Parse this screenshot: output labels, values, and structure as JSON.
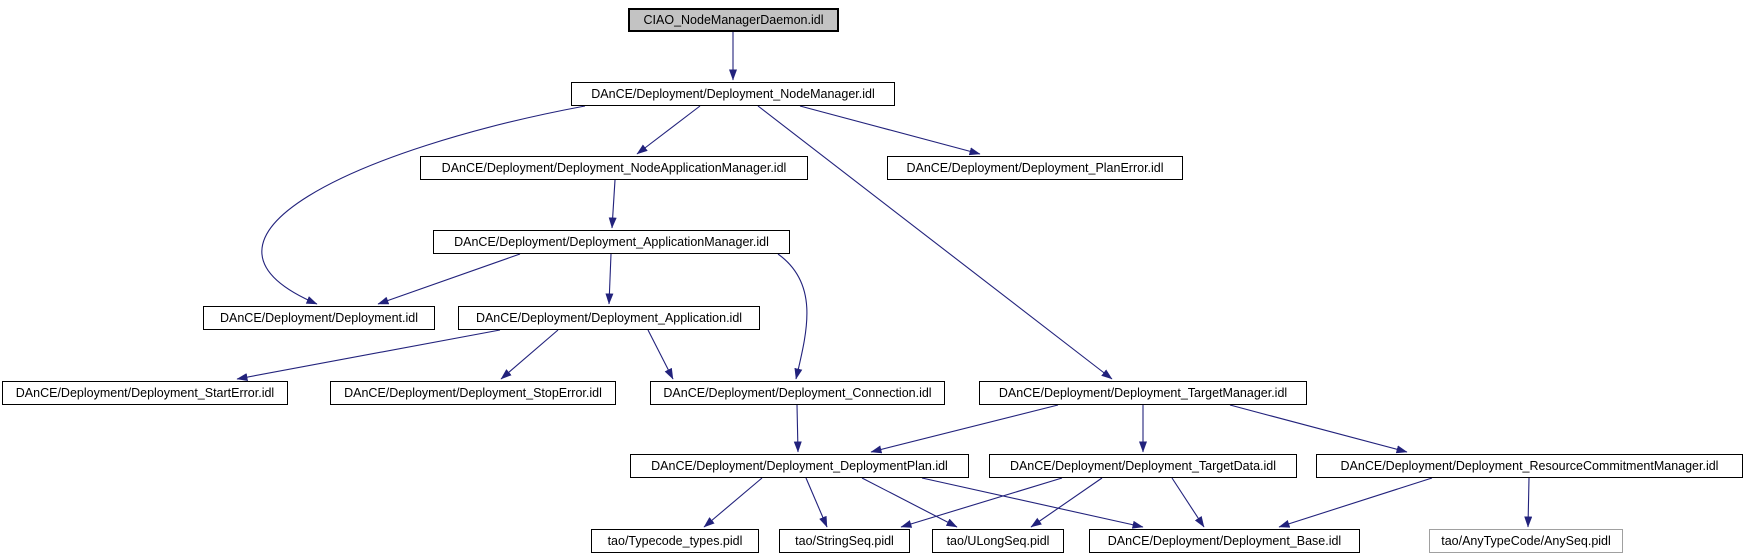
{
  "diagram": {
    "type": "include-dependency-graph",
    "colors": {
      "edge": "#22227c",
      "node_border": "#000000",
      "node_fill": "#ffffff",
      "highlighted_fill": "#c3c3c3",
      "muted_border": "#a0a0a0",
      "background": "#ffffff",
      "text": "#000000"
    },
    "nodes": {
      "daemon": {
        "label": "CIAO_NodeManagerDaemon.idl",
        "style": "current"
      },
      "nodemanager": {
        "label": "DAnCE/Deployment/Deployment_NodeManager.idl",
        "style": "default"
      },
      "nodeappmgr": {
        "label": "DAnCE/Deployment/Deployment_NodeApplicationManager.idl",
        "style": "default"
      },
      "planerror": {
        "label": "DAnCE/Deployment/Deployment_PlanError.idl",
        "style": "default"
      },
      "appmgr": {
        "label": "DAnCE/Deployment/Deployment_ApplicationManager.idl",
        "style": "default"
      },
      "deployment": {
        "label": "DAnCE/Deployment/Deployment.idl",
        "style": "default"
      },
      "application": {
        "label": "DAnCE/Deployment/Deployment_Application.idl",
        "style": "default"
      },
      "starterror": {
        "label": "DAnCE/Deployment/Deployment_StartError.idl",
        "style": "default"
      },
      "stoperror": {
        "label": "DAnCE/Deployment/Deployment_StopError.idl",
        "style": "default"
      },
      "connection": {
        "label": "DAnCE/Deployment/Deployment_Connection.idl",
        "style": "default"
      },
      "targetmanager": {
        "label": "DAnCE/Deployment/Deployment_TargetManager.idl",
        "style": "default"
      },
      "deploymentplan": {
        "label": "DAnCE/Deployment/Deployment_DeploymentPlan.idl",
        "style": "default"
      },
      "targetdata": {
        "label": "DAnCE/Deployment/Deployment_TargetData.idl",
        "style": "default"
      },
      "rcm": {
        "label": "DAnCE/Deployment/Deployment_ResourceCommitmentManager.idl",
        "style": "default"
      },
      "typecode": {
        "label": "tao/Typecode_types.pidl",
        "style": "default"
      },
      "stringseq": {
        "label": "tao/StringSeq.pidl",
        "style": "default"
      },
      "ulongseq": {
        "label": "tao/ULongSeq.pidl",
        "style": "default"
      },
      "base": {
        "label": "DAnCE/Deployment/Deployment_Base.idl",
        "style": "default"
      },
      "anyseq": {
        "label": "tao/AnyTypeCode/AnySeq.pidl",
        "style": "external"
      }
    },
    "edges": [
      {
        "from": "daemon",
        "to": "nodemanager"
      },
      {
        "from": "nodemanager",
        "to": "nodeappmgr"
      },
      {
        "from": "nodemanager",
        "to": "planerror"
      },
      {
        "from": "nodemanager",
        "to": "deployment"
      },
      {
        "from": "nodemanager",
        "to": "targetmanager"
      },
      {
        "from": "nodeappmgr",
        "to": "appmgr"
      },
      {
        "from": "appmgr",
        "to": "deployment"
      },
      {
        "from": "appmgr",
        "to": "application"
      },
      {
        "from": "appmgr",
        "to": "connection"
      },
      {
        "from": "application",
        "to": "starterror"
      },
      {
        "from": "application",
        "to": "stoperror"
      },
      {
        "from": "application",
        "to": "connection"
      },
      {
        "from": "connection",
        "to": "deploymentplan"
      },
      {
        "from": "targetmanager",
        "to": "deploymentplan"
      },
      {
        "from": "targetmanager",
        "to": "targetdata"
      },
      {
        "from": "targetmanager",
        "to": "rcm"
      },
      {
        "from": "deploymentplan",
        "to": "typecode"
      },
      {
        "from": "deploymentplan",
        "to": "stringseq"
      },
      {
        "from": "deploymentplan",
        "to": "ulongseq"
      },
      {
        "from": "deploymentplan",
        "to": "base"
      },
      {
        "from": "targetdata",
        "to": "stringseq"
      },
      {
        "from": "targetdata",
        "to": "ulongseq"
      },
      {
        "from": "targetdata",
        "to": "base"
      },
      {
        "from": "rcm",
        "to": "base"
      },
      {
        "from": "rcm",
        "to": "anyseq"
      }
    ]
  }
}
